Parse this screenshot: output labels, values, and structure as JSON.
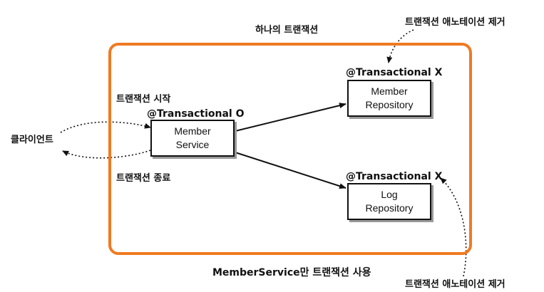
{
  "diagram": {
    "frame_title": "하나의 트랜잭션",
    "bottom_caption": "MemberService만 트랜잭션 사용",
    "client_label": "클라이언트",
    "tx_start_label": "트랜잭션 시작",
    "tx_end_label": "트랜잭션 종료",
    "member_service": {
      "annotation": "@Transactional O",
      "line1": "Member",
      "line2": "Service"
    },
    "member_repository": {
      "annotation": "@Transactional X",
      "line1": "Member",
      "line2": "Repository"
    },
    "log_repository": {
      "annotation": "@Transactional X",
      "line1": "Log",
      "line2": "Repository"
    },
    "remove_note_top": "트랜잭션 애노테이션 제거",
    "remove_note_bottom": "트랜잭션 애노테이션 제거",
    "colors": {
      "frame": "#ef7a22",
      "stroke": "#111111",
      "shadow": "#999999"
    }
  }
}
